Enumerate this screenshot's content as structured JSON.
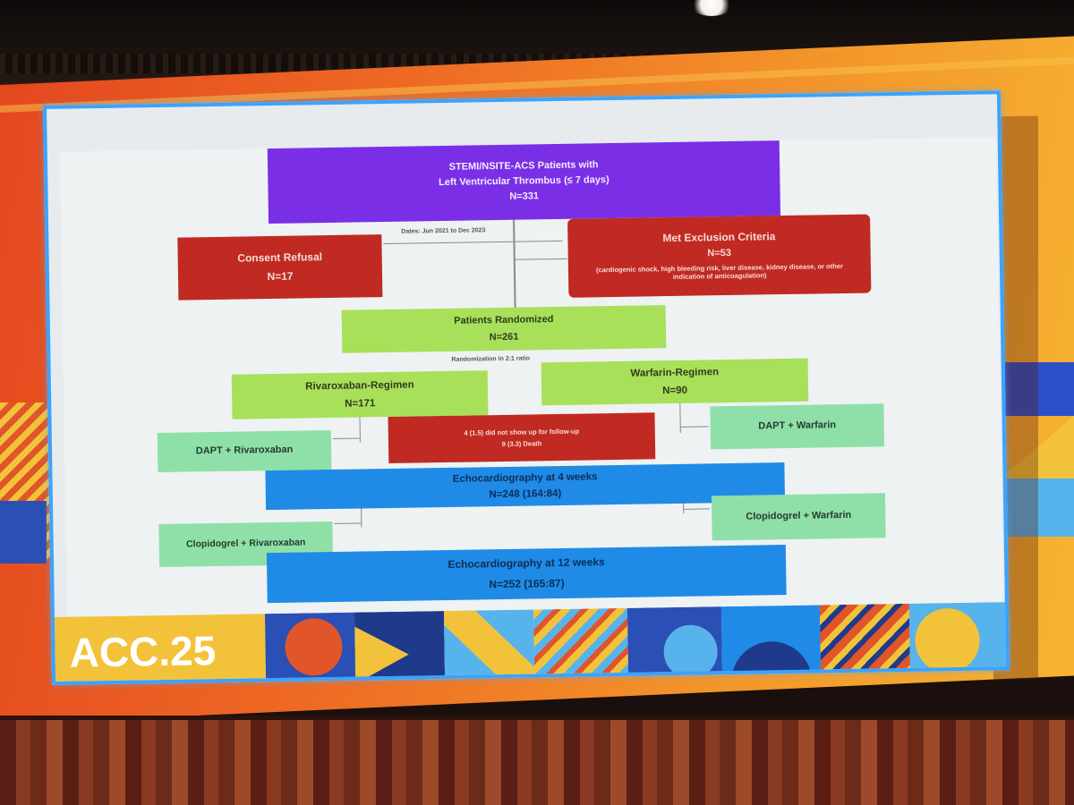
{
  "flow": {
    "top_box": {
      "line1": "STEMI/NSITE-ACS Patients with",
      "line2": "Left Ventricular Thrombus (≤ 7 days)",
      "n": "N=331"
    },
    "dates_note": "Dates: Jun 2021 to Dec 2023",
    "consent_refusal": {
      "title": "Consent Refusal",
      "n": "N=17"
    },
    "exclusion": {
      "title": "Met Exclusion Criteria",
      "n": "N=53",
      "detail": "(cardiogenic shock, high bleeding risk, liver disease, kidney disease, or other indication of anticoagulation)"
    },
    "randomized": {
      "title": "Patients Randomized",
      "n": "N=261"
    },
    "randomization_note": "Randomization in 2:1 ratio",
    "rivaroxaban": {
      "title": "Rivaroxaban-Regimen",
      "n": "N=171"
    },
    "warfarin": {
      "title": "Warfarin-Regimen",
      "n": "N=90"
    },
    "dapt_rivaroxaban": "DAPT + Rivaroxaban",
    "dapt_warfarin": "DAPT + Warfarin",
    "lost": {
      "line1": "4 (1.5) did not show up for follow-up",
      "line2": "9 (3.3) Death"
    },
    "echo4": {
      "title": "Echocardiography at 4 weeks",
      "n": "N=248 (164:84)"
    },
    "clopidogrel_rivaroxaban": "Clopidogrel + Rivaroxaban",
    "clopidogrel_warfarin": "Clopidogrel + Warfarin",
    "echo12": {
      "title": "Echocardiography at 12 weeks",
      "n": "N=252 (165:87)"
    }
  },
  "footer": {
    "logo": "ACC.25"
  },
  "colors": {
    "purple": "#7a2fe6",
    "red": "#c02a22",
    "light_green": "#a8e05a",
    "mint": "#8fe0a8",
    "blue": "#1f8be6",
    "stage_orange": "#ee6a24",
    "acc_yellow": "#f2c33a"
  }
}
